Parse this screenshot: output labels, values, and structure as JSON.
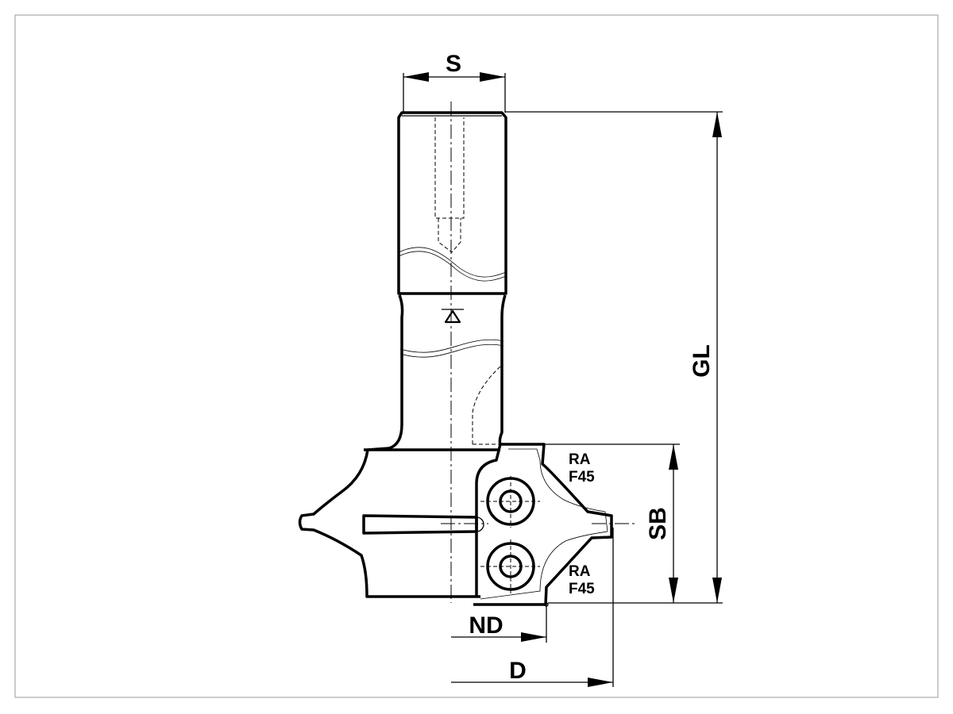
{
  "drawing": {
    "dimensions": {
      "shank_diameter": "S",
      "overall_length": "GL",
      "cutting_width": "SB",
      "groove_depth": "ND",
      "diameter": "D"
    },
    "insert_labels": {
      "top": [
        "RA",
        "F45"
      ],
      "bottom": [
        "RA",
        "F45"
      ]
    }
  }
}
